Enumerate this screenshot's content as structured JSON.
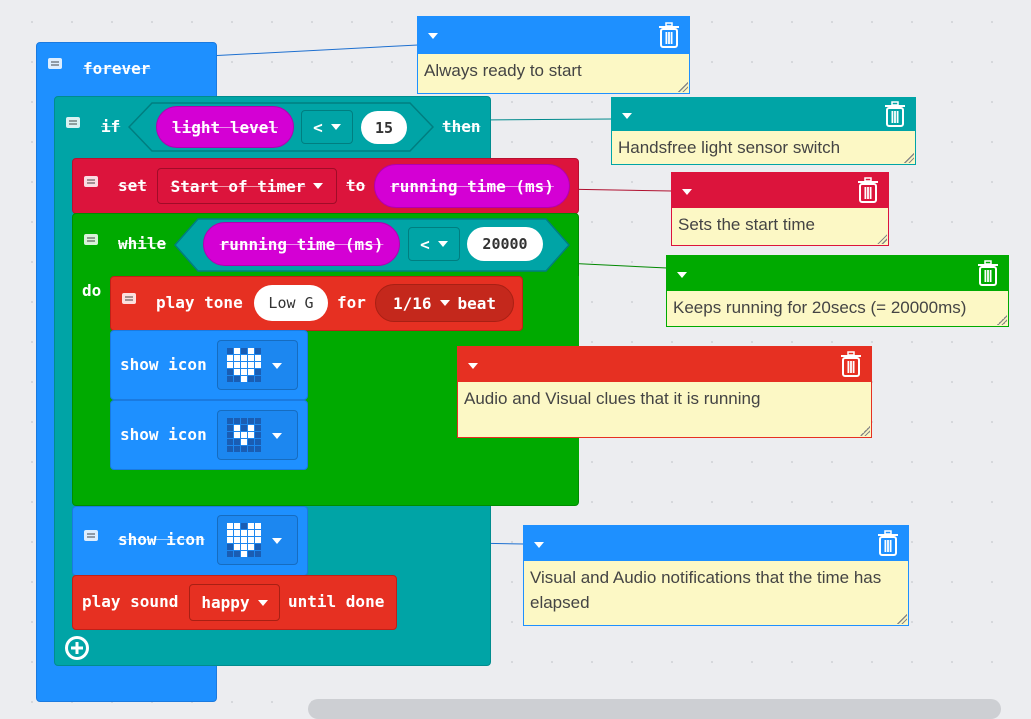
{
  "colors": {
    "loops": "#1e90ff",
    "logic": "#00a4a6",
    "variables": "#dc143c",
    "input": "#d400d4",
    "while": "#00aa00",
    "music": "#e63022",
    "basic": "#1e90ff"
  },
  "blocks": {
    "forever": {
      "label": "forever"
    },
    "if": {
      "label": "if",
      "then": "then",
      "sensor": "light level",
      "operator": "<",
      "value": "15"
    },
    "set": {
      "label": "set",
      "variable": "Start of timer",
      "to": "to",
      "value": "running time (ms)"
    },
    "while": {
      "label": "while",
      "do": "do",
      "sensor": "running time (ms)",
      "operator": "<",
      "value": "20000"
    },
    "play_tone": {
      "label": "play tone",
      "note": "Low G",
      "for": "for",
      "duration": "1/16",
      "beat": "beat"
    },
    "show_icon_1": {
      "label": "show icon",
      "icon": "small-heart-icon"
    },
    "show_icon_2": {
      "label": "show icon",
      "icon": "small-diamond-icon"
    },
    "show_icon_3": {
      "label": "show icon",
      "icon": "heart-icon"
    },
    "play_sound": {
      "label": "play sound",
      "sound": "happy",
      "until": "until done"
    }
  },
  "comments": [
    {
      "text": "Always ready to start",
      "color": "#1e90ff"
    },
    {
      "text": "Handsfree light sensor switch",
      "color": "#00a4a6"
    },
    {
      "text": "Sets the start time",
      "color": "#dc143c"
    },
    {
      "text": "Keeps running for 20secs (= 20000ms)",
      "color": "#00aa00"
    },
    {
      "text": "Audio and Visual clues that it is running",
      "color": "#e63022"
    },
    {
      "text": "Visual and Audio notifications that the time has elapsed",
      "color": "#1e90ff"
    }
  ],
  "add_button": {
    "icon": "plus-circle-icon"
  }
}
